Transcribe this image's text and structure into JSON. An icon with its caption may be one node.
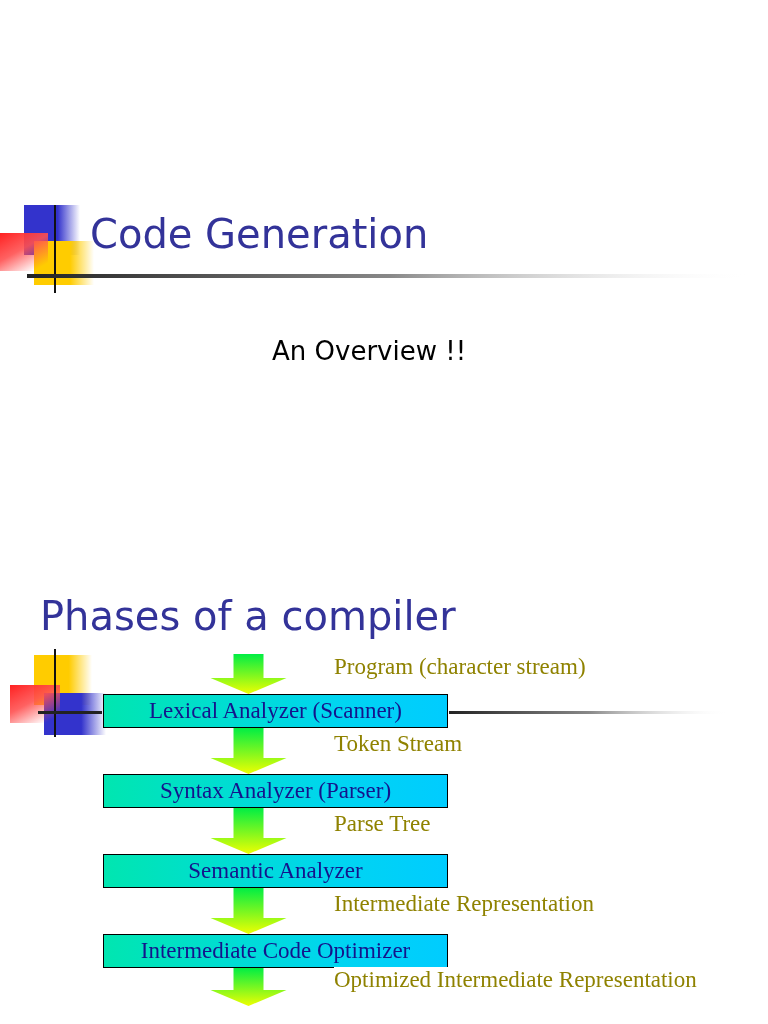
{
  "diagram": {
    "title": "Code Generation",
    "nodes": [
      {
        "text": [
          "Lexical Analyzer (Scanner)"
        ]
      },
      {
        "text": [
          "Syntax Analyzer (Parser)"
        ]
      },
      {
        "text": [
          "Semantic Analyzer"
        ]
      },
      {
        "text": [
          "Intermediate Code Optimizer"
        ]
      }
    ],
    "edges": [
      {
        "from": null,
        "to": 0,
        "arrow": "to",
        "label": "Program (character stream)"
      },
      {
        "from": 0,
        "to": 1,
        "arrow": "to",
        "label": "Token Stream"
      },
      {
        "from": 1,
        "to": 2,
        "arrow": "to",
        "label": "Parse Tree"
      },
      {
        "from": 2,
        "to": 3,
        "arrow": "to",
        "label": "Intermediate Representation"
      },
      {
        "from": 3,
        "to": null,
        "arrow": "to",
        "label": "Optimized Intermediate Representation"
      }
    ],
    "labels": [
      "An Overview !!",
      "Phases of a compiler"
    ]
  }
}
